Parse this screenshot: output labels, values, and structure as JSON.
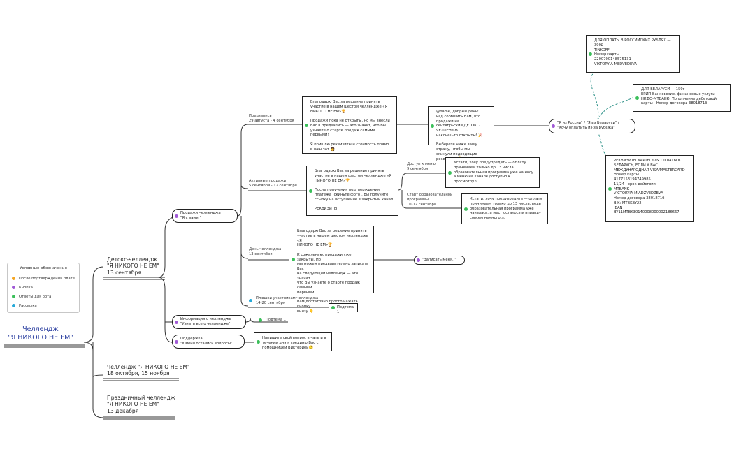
{
  "root": {
    "title": "Челлендж\n\"Я НИКОГО НЕ ЕМ\""
  },
  "legend": {
    "title": "Условные обозначения",
    "items": [
      {
        "label": "После подтверждения плате...",
        "color": "#f5a623"
      },
      {
        "label": "Кнопка",
        "color": "#a05ad6"
      },
      {
        "label": "Ответы для бота",
        "color": "#3bbf5a"
      },
      {
        "label": "Рассылка",
        "color": "#26a9d8"
      }
    ]
  },
  "branches": {
    "detox": "Детокс-челлендж\n\"Я НИКОГО НЕ ЕМ\"\n13 сентября",
    "october": "Челлендж \"Я НИКОГО НЕ ЕМ\"\n18 октября, 15 ноября",
    "holiday": "Праздничный челлендж\n\"Я НИКОГО НЕ ЕМ\"\n13 декабря"
  },
  "buttons": {
    "sales": "Продажи челленджа\n\"Я с вами!\"",
    "info": "Информация о челлендже\n\"Узнать все о челлендже\"",
    "support": "Поддержка\n\"У меня остались вопросы\"",
    "country": "\"Я из России\" / \"Я из Беларуси\" /\n\"Хочу оплатить из-за рубежа\"",
    "signup": "\"Записать меня..\""
  },
  "labels": {
    "presale": "Предзапись\n29 августа - 4 сентября",
    "active": "Активные продажи\n5 сентября - 12 сентября",
    "day": "День челленджа\n13 сентября",
    "perks": "Плюшки участникам челленджа\n14-20 сентября",
    "menu_access": "Доступ к меню\n9 сентября",
    "edu_start": "Старт образовательной\nпрограммы\n10-12 сентября"
  },
  "boxes": {
    "presale_msg": "Благодарю Вас за решение принять\nучастие в нашем шестом челлендже «Я\nНИКОГО НЕ ЕМ»🏆\n\nПродажи пока не открыты, но мы внесли\nВас в предзапись — это значит, что Вы\nузнаете о старте продаж самыми\nпервыми!\n\nЯ пришлю реквизиты и стоимость прямо\nв наш чат 👩",
    "name_msg": "@name, добрый день!\nРад сообщить Вам, что продажи на\nсентябрьский ДЕТОКС-ЧЕЛЛЕНДЖ\nнаконец-то открыты! 🎉\n\nВыберете ниже вашу страну, чтобы мы\nскинули подходящие реквизиты 👇",
    "active_msg": "Благодарю Вас за решение принять\nучастие в нашем шестом челлендже «Я\nНИКОГО НЕ ЕМ»🏆\n\nПосле получения подтверждения\nплатежа (скиньте фото). Вы получите\nссылку на вступление в закрытый канал.\n\nРЕКВИЗИТЫ:",
    "menu_msg": "Кстати, хочу предупредить — оплату\nпринимаем только до 13 числа,\nобразовательная программа уже на носу\nа меню на канале доступно к\nпросмотру⚠",
    "edu_msg": "Кстати, хочу предупредить — оплату\nпринимаем только до 13 числа, ведь\nобразовательная программа уже\nначалась, а мест осталось и вправду\nсовсем немного ⚠",
    "day_msg": "Благодарю Вас за решение принять\nучастие в нашем шестом челлендже «Я\nНИКОГО НЕ ЕМ»🏆\n\nК сожалению, продажи уже закрыты. Но\nмы можем предварительно записать Вас\nна следующий челлендж — это значит\nчто Вы узнаете о старте продаж самыми\nпервыми!\n\nВам достаточно просто нажать кнопку\nвнизу 👇",
    "gift1": "Подтема 1",
    "gift2": "Подтема 1",
    "support_msg": "Напишите свой вопрос в чате и в\nтечении дня я соединю Вас с\nпомощницей Викторией🙂",
    "rub": "ДЛЯ ОПЛАТЫ В РОССИЙСКИХ РУБЛЯХ —\n390₽\nTINKOFF\nНомер карты\n2200700148575131\nVIKTORYIA MEDVEDEVA",
    "byn": "ДЛЯ БЕЛАРУСИ — 159г\nЕРИП-Банковские, финансовые услуги-\nНКФО-МТБАНК- Пополнение дебетовой\nкарты - Номер договора 3801871б",
    "card": "РЕКВИЗИТЫ КАРТЫ ДЛЯ ОПЛАТЫ В\nБЕЛАРУСЬ, ЕСЛИ У ВАС\nМЕЖДУНАРОДНАЯ VISA/MASTERCARD\nНомер карты\n4177153194749985\n11/24 - срок действия\nMTBANK\nVICTORYIA MIADZVEDZEVA\nНомер договора 3801871б\nBIK: MTBKBY22\nIBAN\nBY11MTBK30140008000002186667"
  }
}
